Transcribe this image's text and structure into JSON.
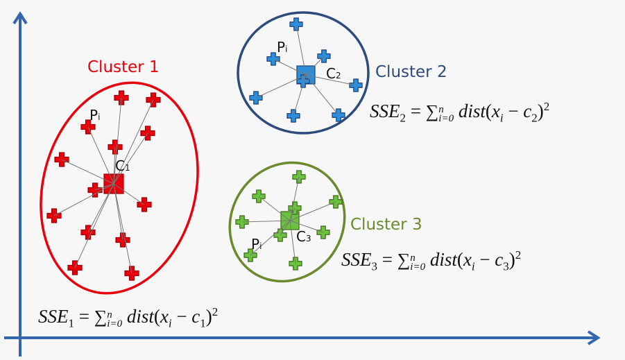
{
  "colors": {
    "axis": "#3465b0",
    "cluster1": "#e8000b",
    "cluster2": "#2d4a7c",
    "cluster2_points": "#2a8fdc",
    "cluster3": "#6a8a2c",
    "cluster3_points": "#6ac23e",
    "lines": "#777777"
  },
  "clusters": [
    {
      "name": "Cluster 1",
      "centroid_label": "C",
      "centroid_sub": "1",
      "point_label": "P",
      "point_sub": "i",
      "formula": {
        "lhs": "SSE",
        "lhs_sub": "1",
        "sum_upper": "n",
        "sum_lower": "i=0",
        "body": "dist",
        "x": "x",
        "x_sub": "i",
        "c": "c",
        "c_sub": "1",
        "power": "2"
      },
      "centroid": [
        164,
        265
      ],
      "points": [
        [
          175,
          141
        ],
        [
          221,
          144
        ],
        [
          127,
          183
        ],
        [
          213,
          192
        ],
        [
          166,
          212
        ],
        [
          89,
          230
        ],
        [
          137,
          274
        ],
        [
          208,
          295
        ],
        [
          78,
          311
        ],
        [
          127,
          335
        ],
        [
          177,
          346
        ],
        [
          108,
          386
        ],
        [
          190,
          394
        ]
      ]
    },
    {
      "name": "Cluster 2",
      "centroid_label": "C",
      "centroid_sub": "2",
      "point_label": "P",
      "point_sub": "i",
      "formula": {
        "lhs": "SSE",
        "lhs_sub": "2",
        "sum_upper": "n",
        "sum_lower": "i=0",
        "body": "dist",
        "x": "x",
        "x_sub": "i",
        "c": "c",
        "c_sub": "2",
        "power": "2"
      },
      "centroid": [
        441,
        108
      ],
      "points": [
        [
          427,
          35
        ],
        [
          394,
          85
        ],
        [
          467,
          81
        ],
        [
          437,
          117
        ],
        [
          513,
          123
        ],
        [
          369,
          141
        ],
        [
          423,
          167
        ],
        [
          488,
          166
        ]
      ]
    },
    {
      "name": "Cluster 3",
      "centroid_label": "C",
      "centroid_sub": "3",
      "point_label": "P",
      "point_sub": "i",
      "formula": {
        "lhs": "SSE",
        "lhs_sub": "3",
        "sum_upper": "n",
        "sum_lower": "i=0",
        "body": "dist",
        "x": "x",
        "x_sub": "i",
        "c": "c",
        "c_sub": "3",
        "power": "2"
      },
      "centroid": [
        418,
        318
      ],
      "points": [
        [
          431,
          255
        ],
        [
          373,
          283
        ],
        [
          484,
          291
        ],
        [
          425,
          300
        ],
        [
          349,
          320
        ],
        [
          404,
          339
        ],
        [
          466,
          335
        ],
        [
          361,
          368
        ],
        [
          426,
          380
        ]
      ]
    }
  ]
}
